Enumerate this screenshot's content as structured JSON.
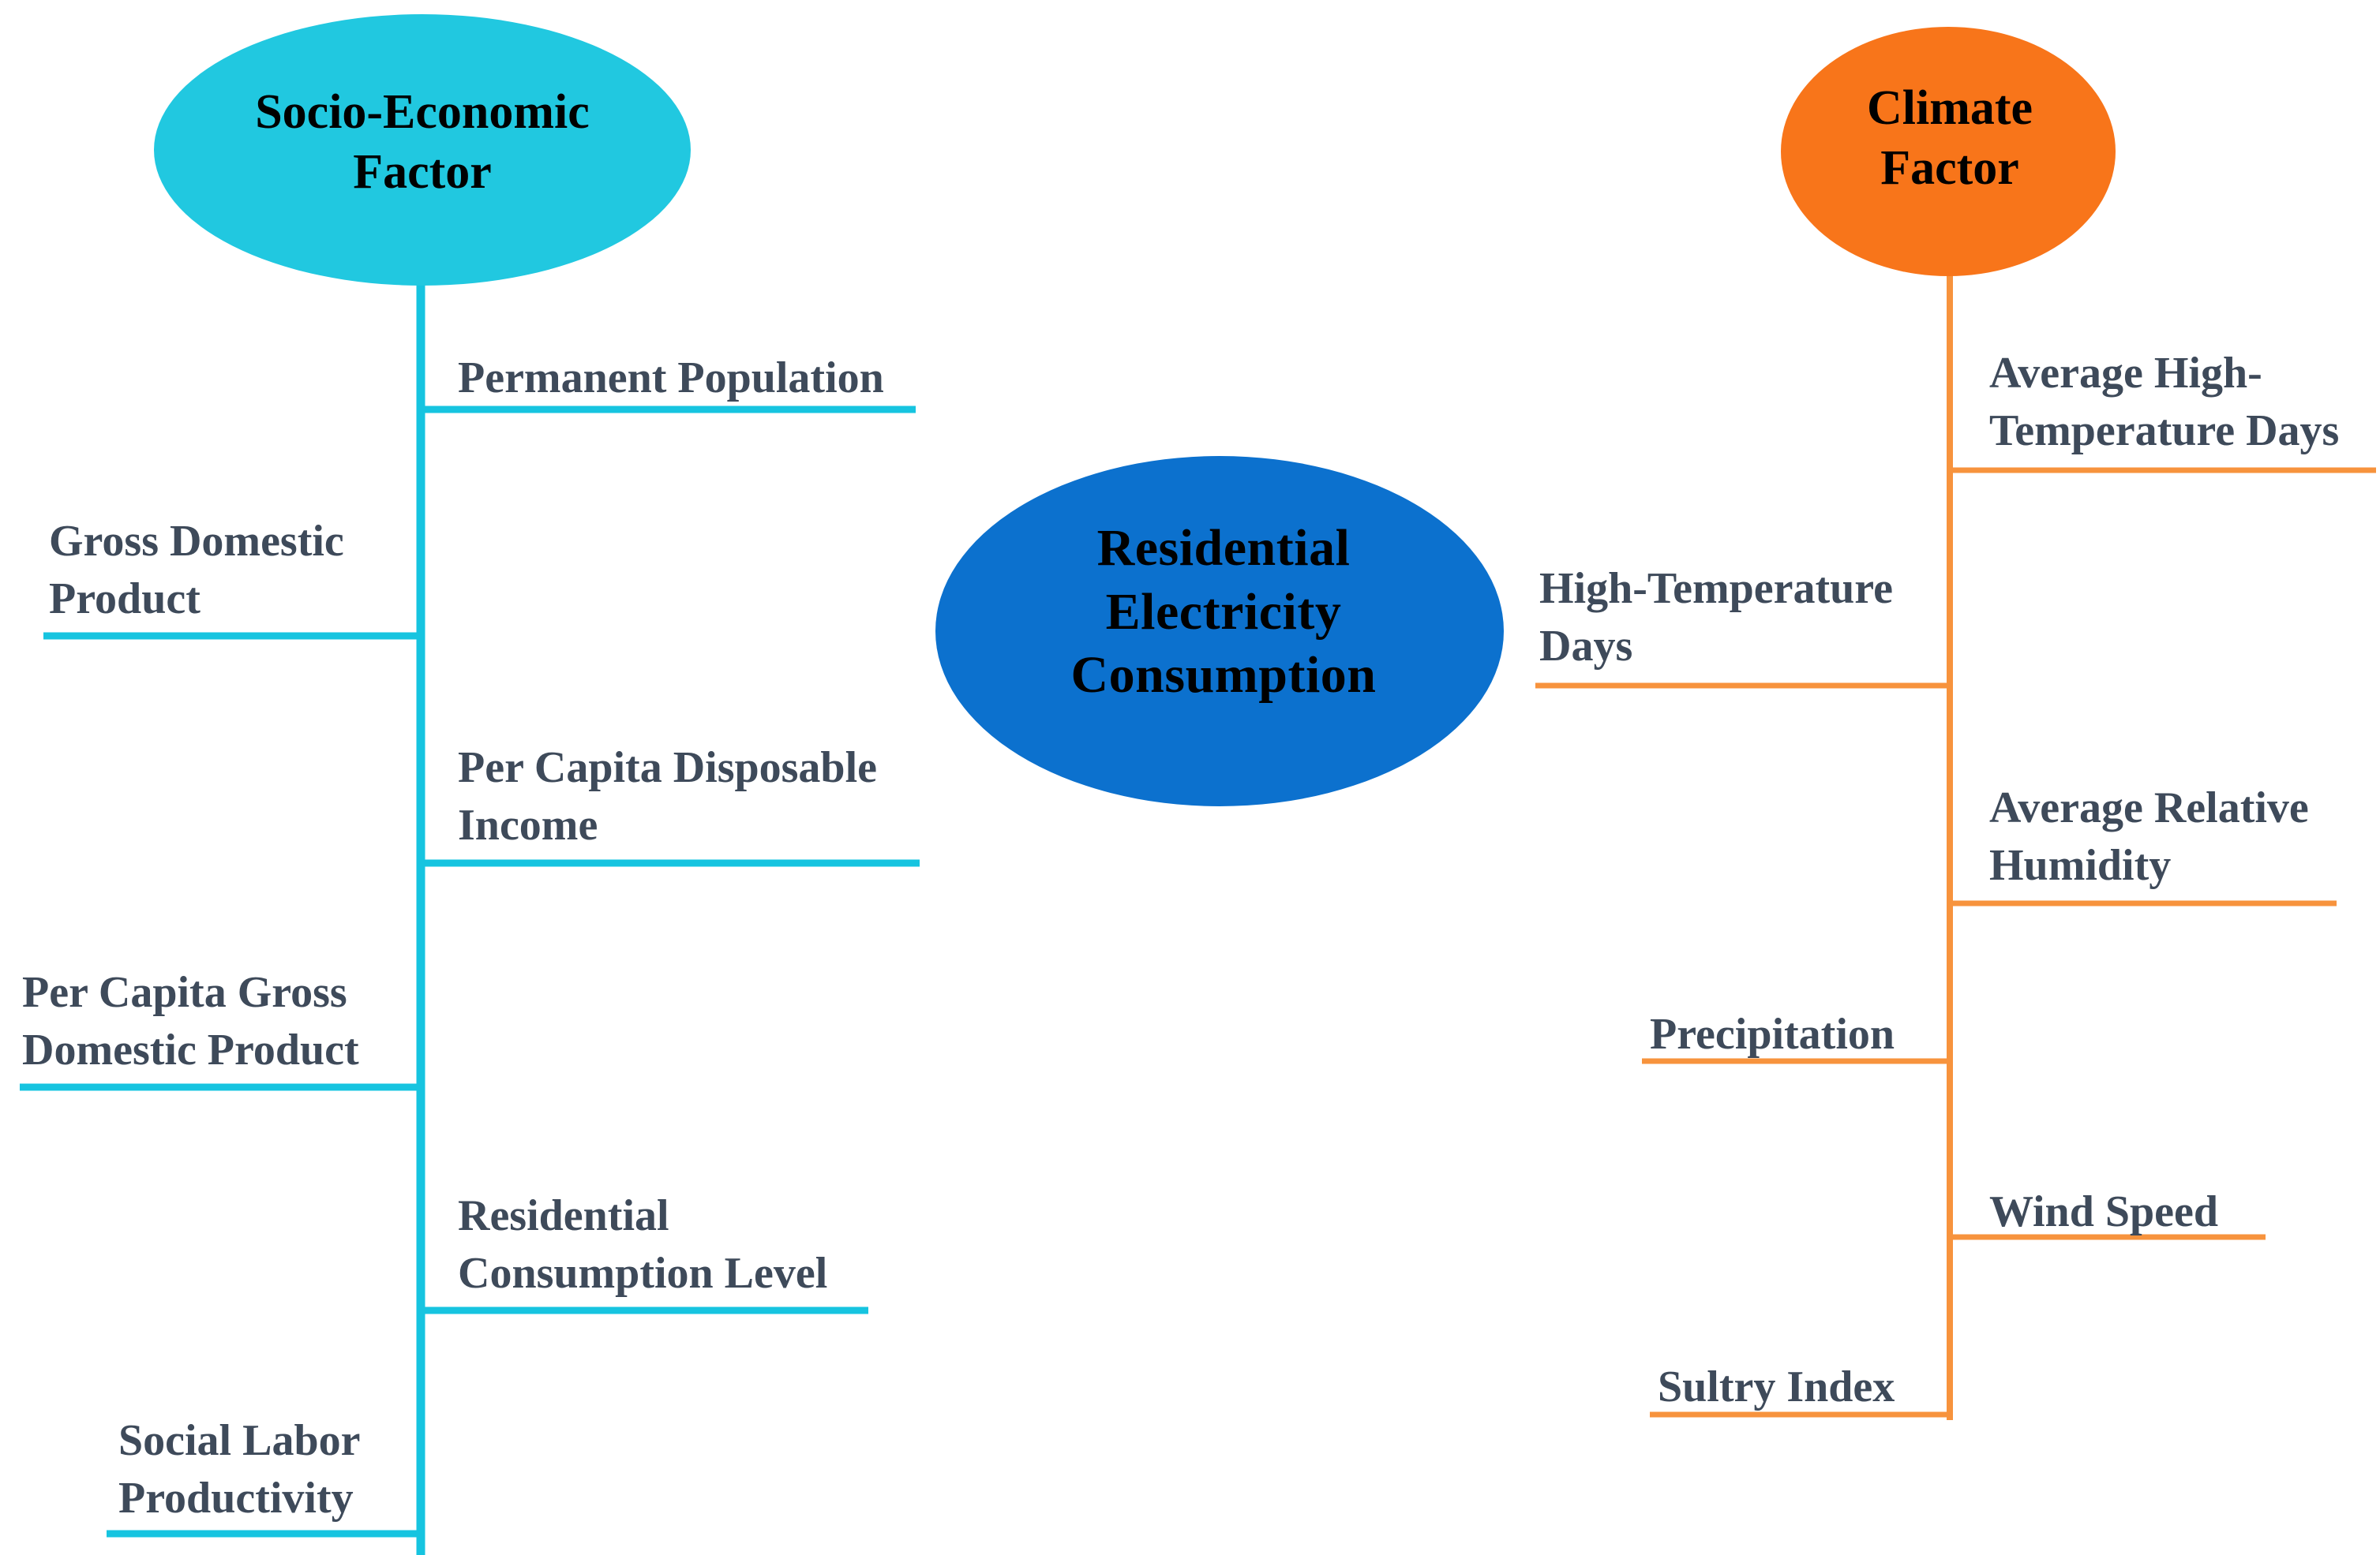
{
  "diagram": {
    "type": "mind-map",
    "background": "#ffffff",
    "root": {
      "id": "residential-electricity-consumption",
      "label": "Residential\nElectricity\nConsumption",
      "shape": "ellipse",
      "fill": "#0C71CE",
      "text_color": "#000000"
    },
    "branches": [
      {
        "id": "socio-economic-factor",
        "label": "Socio-Economic\nFactor",
        "shape": "ellipse",
        "fill": "#21C8E0",
        "line_color": "#16C4E0",
        "text_color": "#000000",
        "side": "left",
        "children": [
          {
            "id": "permanent-population",
            "label": "Permanent Population",
            "align": "right-of-spine"
          },
          {
            "id": "gross-domestic-product",
            "label": "Gross Domestic\nProduct",
            "align": "left-of-spine"
          },
          {
            "id": "per-capita-disposable-income",
            "label": "Per Capita Disposable\nIncome",
            "align": "right-of-spine"
          },
          {
            "id": "per-capita-gross-domestic-product",
            "label": "Per Capita Gross\nDomestic Product",
            "align": "left-of-spine"
          },
          {
            "id": "residential-consumption-level",
            "label": "Residential\nConsumption Level",
            "align": "right-of-spine"
          },
          {
            "id": "social-labor-productivity",
            "label": "Social Labor\nProductivity",
            "align": "left-of-spine"
          }
        ]
      },
      {
        "id": "climate-factor",
        "label": "Climate\nFactor",
        "shape": "ellipse",
        "fill": "#F8751A",
        "line_color": "#F7933D",
        "text_color": "#000000",
        "side": "right",
        "children": [
          {
            "id": "average-high-temperature-days",
            "label": "Average High-\nTemperature Days",
            "align": "right-of-spine"
          },
          {
            "id": "high-temperature-days",
            "label": "High-Temperature\nDays",
            "align": "left-of-spine"
          },
          {
            "id": "average-relative-humidity",
            "label": "Average Relative\nHumidity",
            "align": "right-of-spine"
          },
          {
            "id": "precipitation",
            "label": "Precipitation",
            "align": "left-of-spine"
          },
          {
            "id": "wind-speed",
            "label": "Wind Speed",
            "align": "right-of-spine"
          },
          {
            "id": "sultry-index",
            "label": "Sultry Index",
            "align": "left-of-spine"
          }
        ]
      }
    ],
    "label_text_color": "#3e4a5a"
  }
}
